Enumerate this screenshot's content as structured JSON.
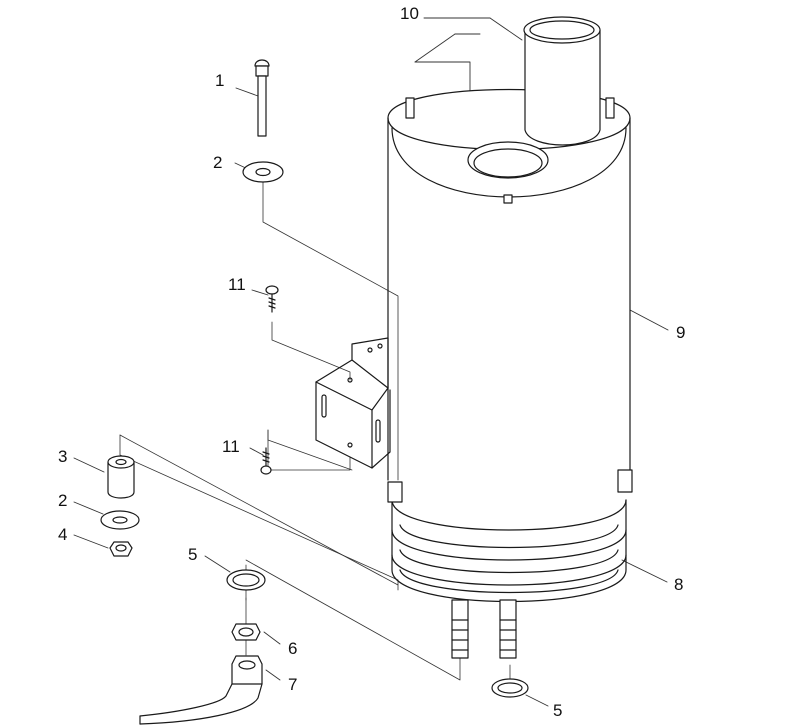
{
  "labels": {
    "p1": "1",
    "p2a": "2",
    "p2b": "2",
    "p3": "3",
    "p4": "4",
    "p5a": "5",
    "p5b": "5",
    "p6": "6",
    "p7": "7",
    "p8": "8",
    "p9": "9",
    "p10": "10",
    "p11a": "11",
    "p11b": "11"
  },
  "colors": {
    "line": "#1a1a1a",
    "leader": "#333333",
    "fill": "#ffffff"
  }
}
